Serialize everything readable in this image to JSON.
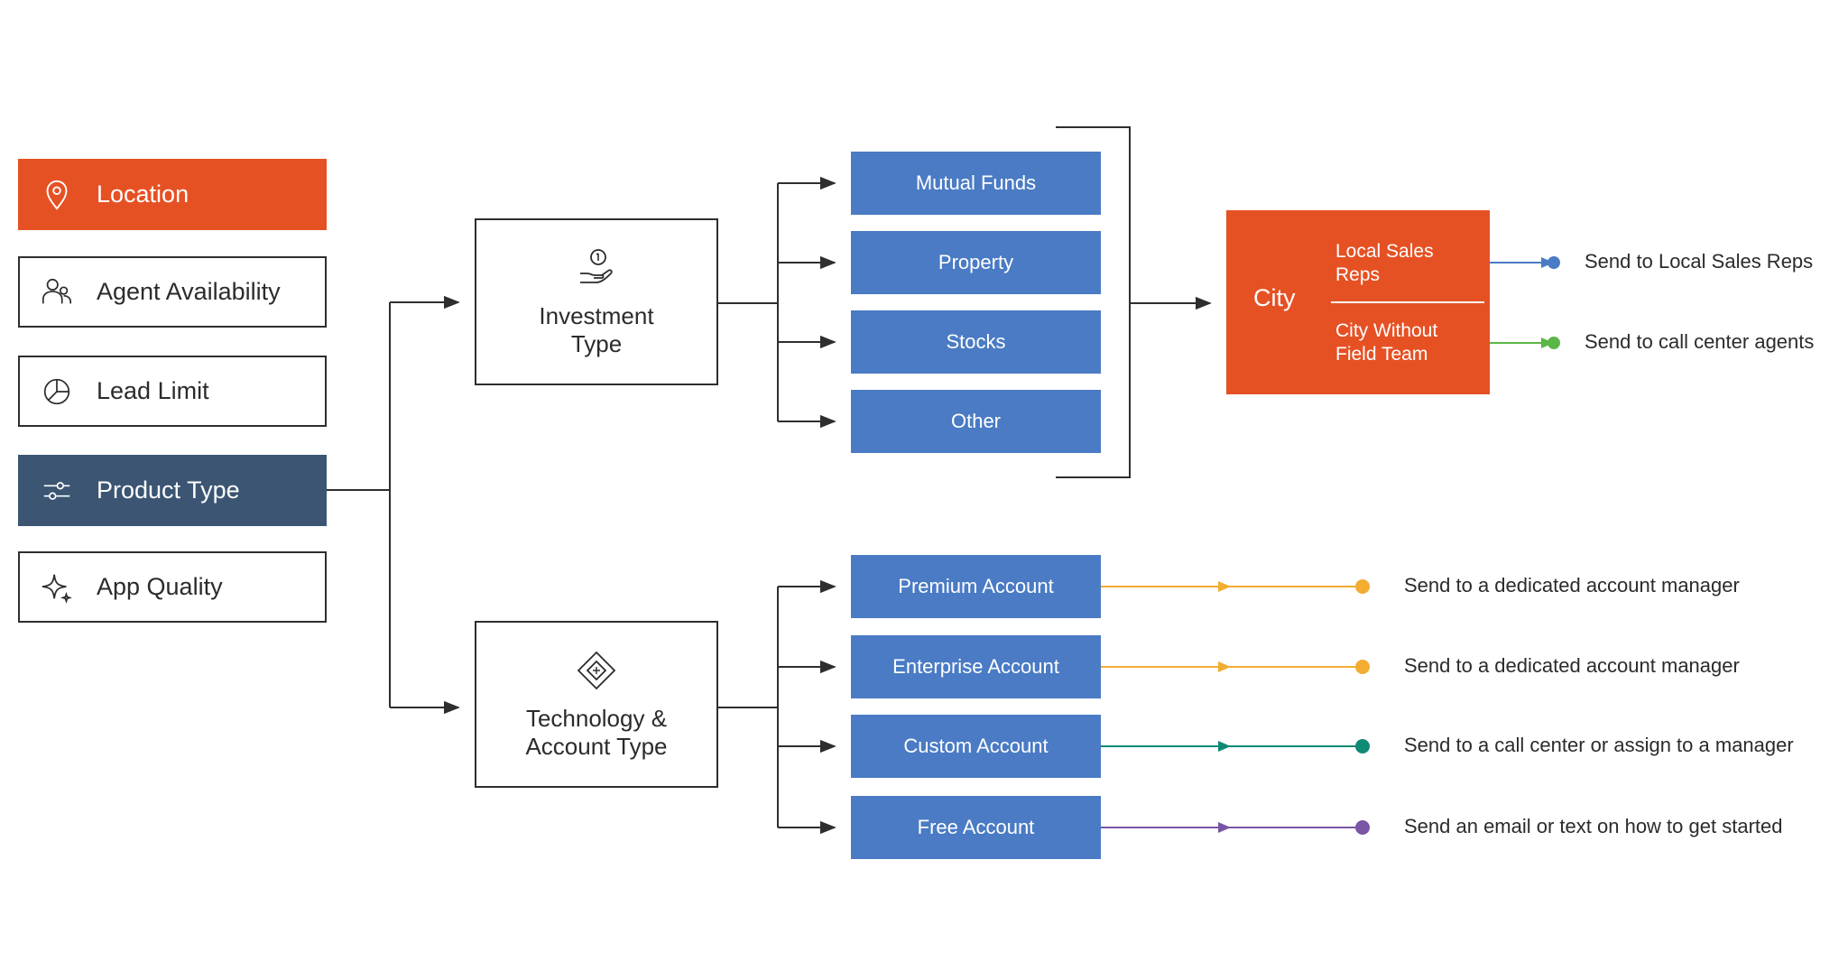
{
  "criteria": [
    {
      "label": "Location",
      "icon": "location-pin-icon"
    },
    {
      "label": "Agent Availability",
      "icon": "people-icon"
    },
    {
      "label": "Lead Limit",
      "icon": "pie-chart-icon"
    },
    {
      "label": "Product Type",
      "icon": "sliders-icon"
    },
    {
      "label": "App Quality",
      "icon": "sparkle-icon"
    }
  ],
  "categories": {
    "investment": {
      "line1": "Investment",
      "line2": "Type",
      "icon": "hand-coin-icon"
    },
    "technology": {
      "line1": "Technology &",
      "line2": "Account Type",
      "icon": "diamond-chip-icon"
    }
  },
  "investment_options": [
    "Mutual Funds",
    "Property",
    "Stocks",
    "Other"
  ],
  "account_options": [
    "Premium Account",
    "Enterprise Account",
    "Custom Account",
    "Free Account"
  ],
  "city": {
    "label": "City",
    "top_line1": "Local Sales",
    "top_line2": "Reps",
    "bottom_line1": "City Without",
    "bottom_line2": "Field Team"
  },
  "city_outcomes": [
    "Send to Local Sales Reps",
    "Send to call center agents"
  ],
  "account_outcomes": [
    "Send to a dedicated account manager",
    "Send to a dedicated account manager",
    "Send to a call center or assign to a manager",
    "Send an email or text on how to get started"
  ],
  "colors": {
    "orange": "#e65124",
    "navy": "#3b5573",
    "blue": "#4a7bc4",
    "line": "#2e2e2e",
    "yellow": "#f2ad32",
    "teal": "#0f8a74",
    "purple": "#7a55a6",
    "green": "#5ab646",
    "dot_blue": "#4a7bc4"
  }
}
